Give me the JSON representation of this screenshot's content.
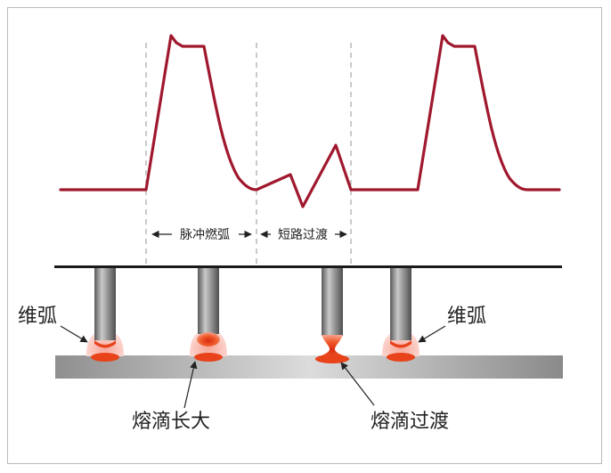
{
  "diagram": {
    "labels": {
      "pulse_arc": "脉冲燃弧",
      "short_circuit": "短路过渡",
      "arc_left": "维弧",
      "arc_right": "维弧",
      "droplet_growth": "熔滴长大",
      "droplet_transfer": "熔滴过渡"
    },
    "colors": {
      "waveform": "#a0182e",
      "electrode": "#7a7a7a",
      "plate": "#9a9a9a",
      "molten": "#e8431a",
      "glow": "#f7b9b1",
      "dashed": "#a6a6a6",
      "text": "#222222"
    }
  }
}
